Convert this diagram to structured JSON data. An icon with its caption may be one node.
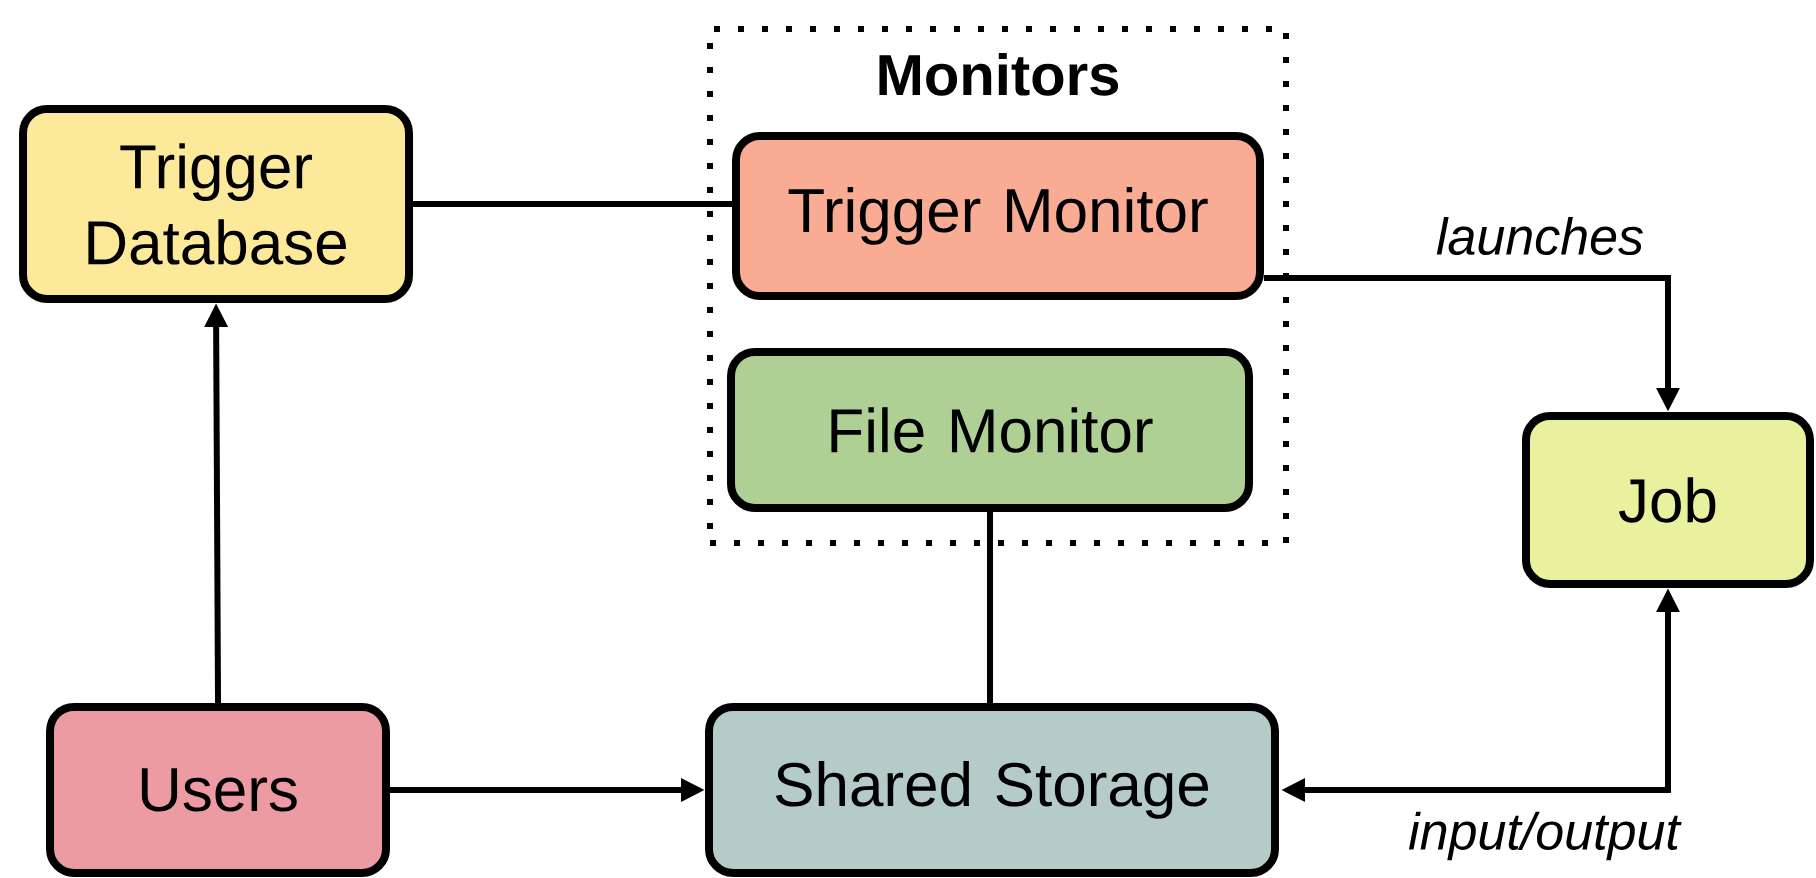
{
  "diagram": {
    "nodes": [
      {
        "text": [
          "Trigger Database"
        ]
      },
      {
        "text": [
          "Monitors"
        ]
      },
      {
        "text": [
          "Trigger Monitor"
        ],
        "in": 1
      },
      {
        "text": [
          "File Monitor"
        ],
        "in": 1
      },
      {
        "text": [
          "Job"
        ]
      },
      {
        "text": [
          "Users"
        ]
      },
      {
        "text": [
          "Shared Storage"
        ]
      }
    ],
    "edges": [
      {
        "from": 0,
        "to": 2,
        "arrow": "none"
      },
      {
        "from": 2,
        "to": 4,
        "arrow": "to",
        "label": "launches"
      },
      {
        "from": 5,
        "to": 0,
        "arrow": "to"
      },
      {
        "from": 5,
        "to": 6,
        "arrow": "to"
      },
      {
        "from": 3,
        "to": 6,
        "arrow": "none"
      },
      {
        "from": 6,
        "to": 4,
        "arrow": "both",
        "label": "input/output"
      }
    ]
  }
}
